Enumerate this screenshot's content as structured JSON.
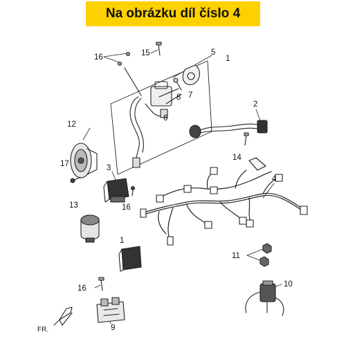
{
  "header": {
    "title": "Na obrázku díl číslo 4"
  },
  "callouts": [
    "1",
    "2",
    "3",
    "4",
    "5",
    "6",
    "7",
    "8",
    "9",
    "10",
    "11",
    "12",
    "13",
    "14",
    "15",
    "16",
    "16",
    "16",
    "17"
  ],
  "direction_label": "FR."
}
